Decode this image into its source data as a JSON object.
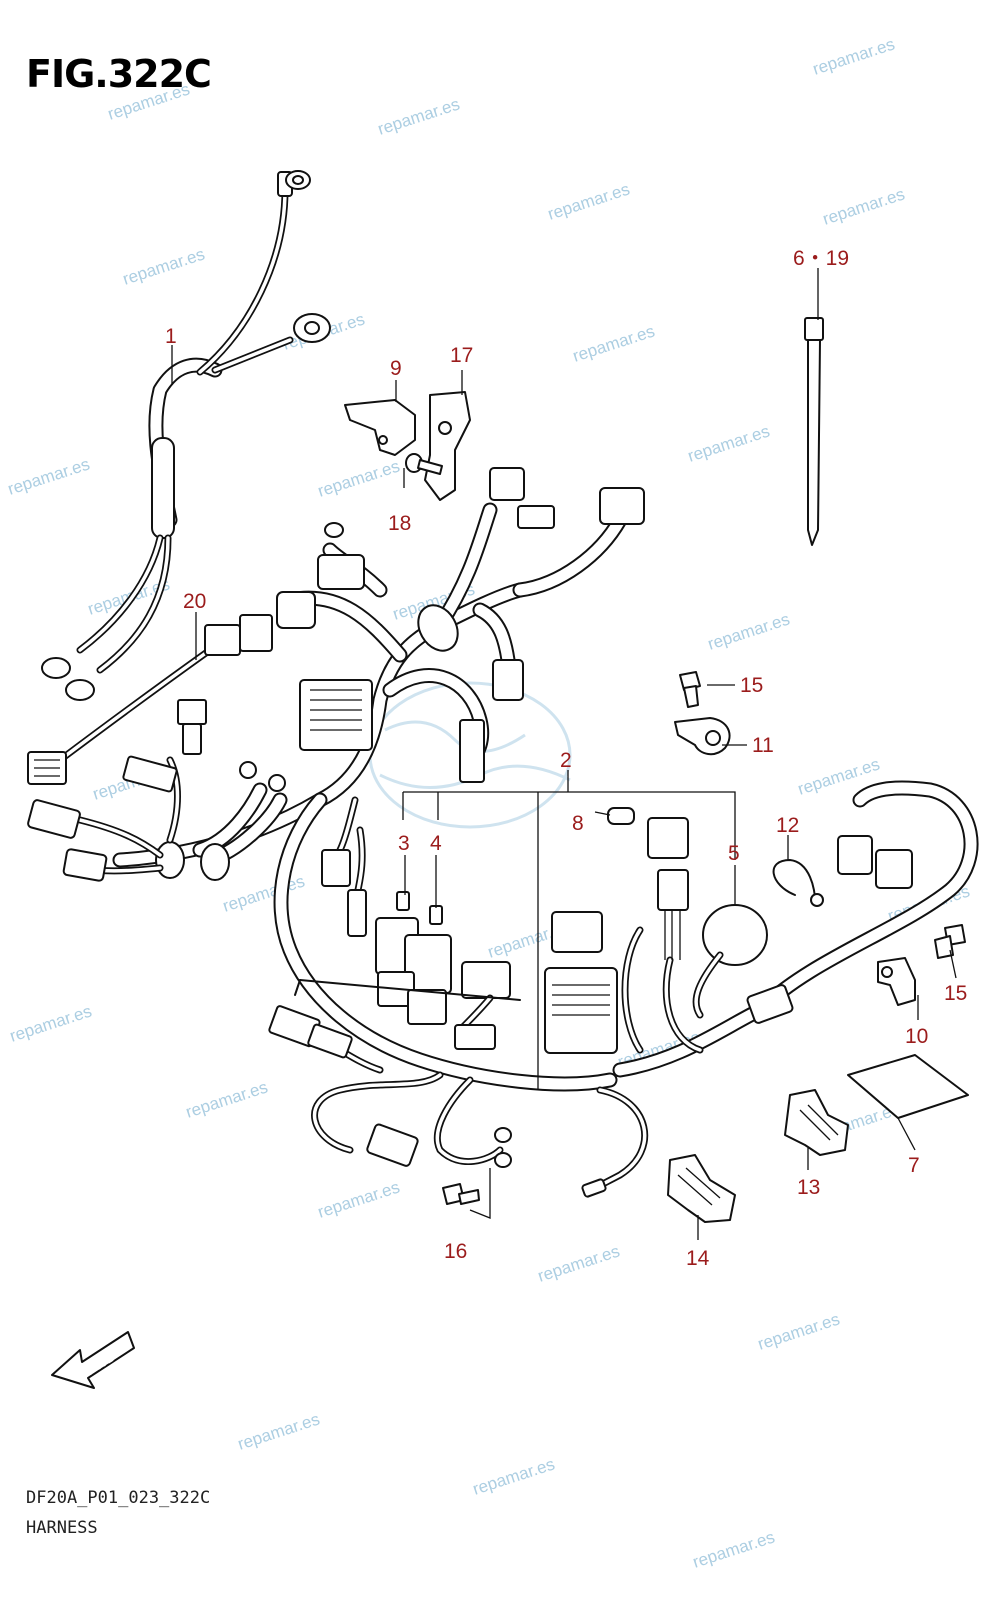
{
  "figure": {
    "title": "FIG.322C",
    "code": "DF20A_P01_023_322C",
    "name": "HARNESS"
  },
  "callouts": [
    "1",
    "2",
    "3",
    "4",
    "5",
    "6・19",
    "7",
    "8",
    "9",
    "10",
    "11",
    "12",
    "13",
    "14",
    "15",
    "15",
    "16",
    "17",
    "18",
    "20"
  ],
  "watermark": {
    "text": "repamar.es",
    "color": "#9ec6dd"
  },
  "fwd_label": "FWD"
}
